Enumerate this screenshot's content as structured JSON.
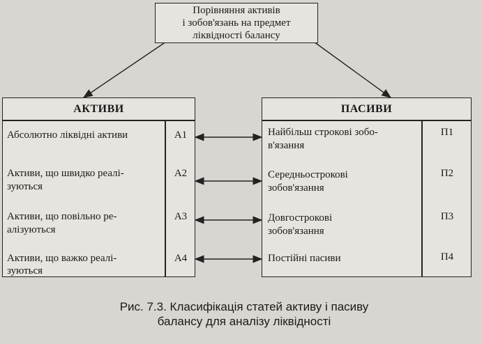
{
  "top_box": {
    "line1": "Порівняння активів",
    "line2": "і зобов'язань на предмет",
    "line3": "ліквідності балансу"
  },
  "assets": {
    "header": "АКТИВИ",
    "rows": [
      {
        "label_line1": "Абсолютно ліквідні активи",
        "label_line2": "",
        "code": "А1"
      },
      {
        "label_line1": "Активи, що швидко реалі-",
        "label_line2": "зуються",
        "code": "А2"
      },
      {
        "label_line1": "Активи, що повільно ре-",
        "label_line2": "алізуються",
        "code": "А3"
      },
      {
        "label_line1": "Активи, що важко реалі-",
        "label_line2": "зуються",
        "code": "А4"
      }
    ]
  },
  "liabilities": {
    "header": "ПАСИВИ",
    "rows": [
      {
        "label_line1": "Найбільш строкові зобо-",
        "label_line2": "в'язання",
        "code": "П1"
      },
      {
        "label_line1": "Середньострокові",
        "label_line2": "зобов'язання",
        "code": "П2"
      },
      {
        "label_line1": "Довгострокові",
        "label_line2": "зобов'язання",
        "code": "П3"
      },
      {
        "label_line1": "Постійні пасиви",
        "label_line2": "",
        "code": "П4"
      }
    ]
  },
  "caption": {
    "line1": "Рис. 7.3. Класифікація статей активу і пасиву",
    "line2": "балансу для аналізу ліквідності"
  }
}
